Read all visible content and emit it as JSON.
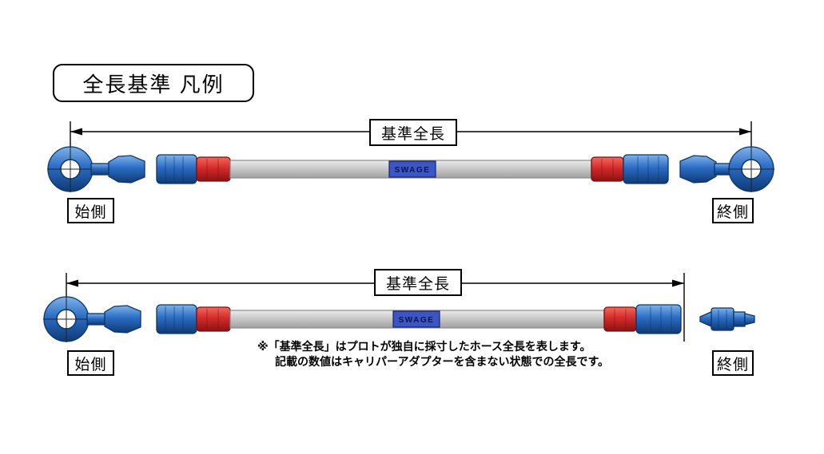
{
  "title": "全長基準 凡例",
  "colors": {
    "fitting_blue": "#2b6cc4",
    "collar_red": "#d42b2b",
    "hose_gray": "#c9c9c9",
    "swage_tag_blue": "#3d55c2"
  },
  "top_diagram": {
    "dimension_label": "基準全長",
    "start_label": "始側",
    "end_label": "終側",
    "hose_brand": "SWAGE"
  },
  "bottom_diagram": {
    "dimension_label": "基準全長",
    "start_label": "始側",
    "end_label": "終側",
    "hose_brand": "SWAGE",
    "note_line1": "※「基準全長」はプロトが独自に採寸したホース全長を表します。",
    "note_line2": "記載の数値はキャリパーアダプターを含まない状態での全長です。"
  }
}
